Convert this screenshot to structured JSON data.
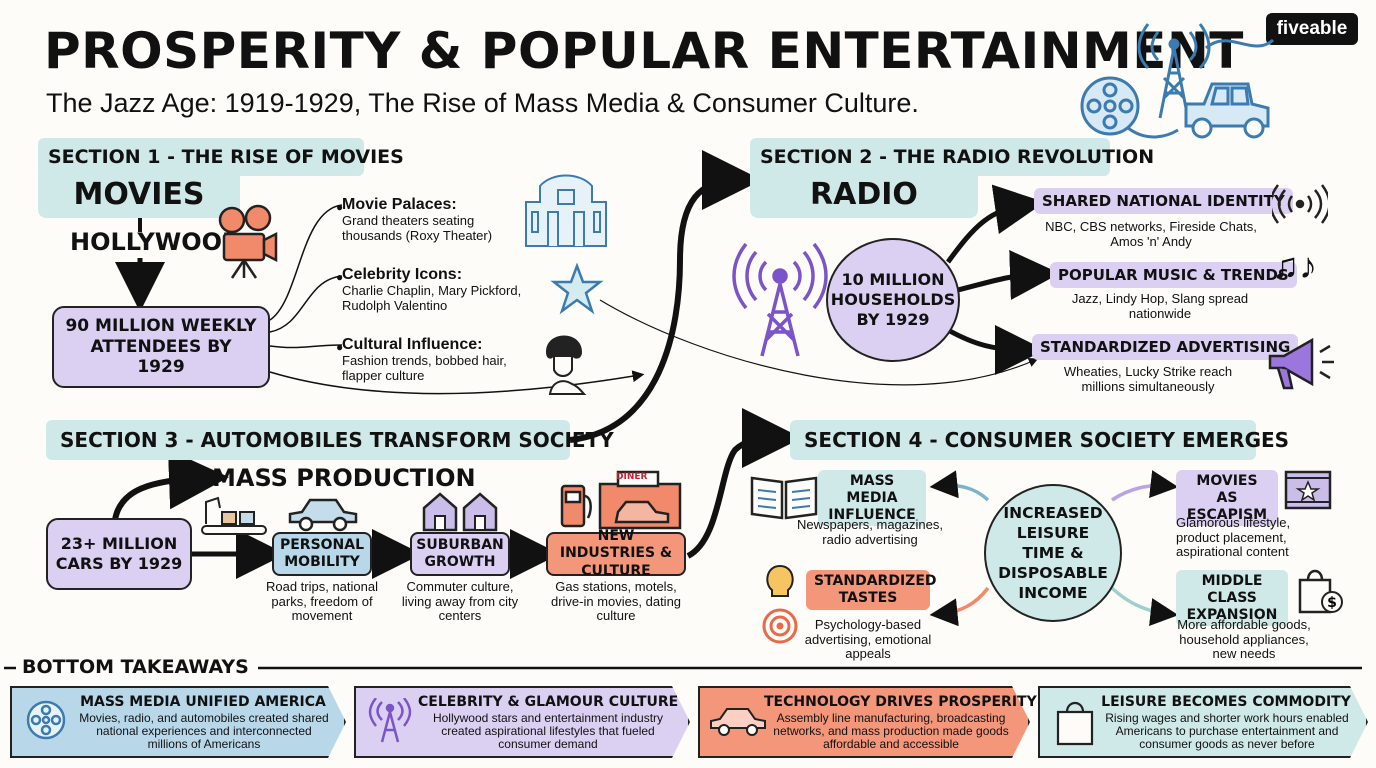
{
  "header": {
    "title": "PROSPERITY & POPULAR ENTERTAINMENT",
    "subtitle": "The Jazz Age: 1919-1929, The Rise of Mass Media & Consumer Culture.",
    "brand": "fiveable"
  },
  "section1": {
    "header": "SECTION 1 - THE RISE OF MOVIES",
    "movies": "MOVIES",
    "hollywood": "HOLLYWOOD",
    "stat": "90 MILLION WEEKLY ATTENDEES BY 1929",
    "items": [
      {
        "title": "Movie Palaces:",
        "desc": "Grand theaters seating thousands (Roxy Theater)"
      },
      {
        "title": "Celebrity Icons:",
        "desc": "Charlie Chaplin, Mary Pickford, Rudolph Valentino"
      },
      {
        "title": "Cultural Influence:",
        "desc": "Fashion trends, bobbed hair, flapper culture"
      }
    ]
  },
  "section2": {
    "header": "SECTION 2 - THE RADIO REVOLUTION",
    "radio": "RADIO",
    "stat": "10 MILLION HOUSEHOLDS BY 1929",
    "items": [
      {
        "title": "SHARED NATIONAL IDENTITY",
        "desc": "NBC, CBS networks, Fireside Chats, Amos 'n' Andy"
      },
      {
        "title": "POPULAR MUSIC & TRENDS",
        "desc": "Jazz, Lindy Hop, Slang spread nationwide"
      },
      {
        "title": "STANDARDIZED ADVERTISING",
        "desc": "Wheaties, Lucky Strike reach millions simultaneously"
      }
    ]
  },
  "section3": {
    "header": "SECTION 3 - AUTOMOBILES TRANSFORM SOCIETY",
    "mass_production": "MASS PRODUCTION",
    "stat": "23+ MILLION CARS BY 1929",
    "diner_sign": "DINER",
    "steps": [
      {
        "title": "PERSONAL MOBILITY",
        "desc": "Road trips, national parks, freedom of movement"
      },
      {
        "title": "SUBURBAN GROWTH",
        "desc": "Commuter culture, living away from city centers"
      },
      {
        "title": "NEW INDUSTRIES & CULTURE",
        "desc": "Gas stations, motels, drive-in movies, dating culture"
      }
    ]
  },
  "section4": {
    "header": "SECTION 4 - CONSUMER SOCIETY EMERGES",
    "center": "INCREASED LEISURE TIME & DISPOSABLE INCOME",
    "items": [
      {
        "title": "MASS MEDIA INFLUENCE",
        "desc": "Newspapers, magazines, radio advertising"
      },
      {
        "title": "STANDARDIZED TASTES",
        "desc": "Psychology-based advertising, emotional appeals"
      },
      {
        "title": "MOVIES AS ESCAPISM",
        "desc": "Glamorous lifestyle, product placement, aspirational content"
      },
      {
        "title": "MIDDLE CLASS EXPANSION",
        "desc": "More affordable goods, household appliances, new needs"
      }
    ]
  },
  "takeaways": {
    "header": "BOTTOM TAKEAWAYS",
    "items": [
      {
        "title": "MASS MEDIA UNIFIED AMERICA",
        "desc": "Movies, radio, and automobiles created shared national experiences and interconnected millions of Americans",
        "color": "#b8d8ea"
      },
      {
        "title": "CELEBRITY & GLAMOUR CULTURE",
        "desc": "Hollywood stars and entertainment industry created aspirational lifestyles that fueled consumer demand",
        "color": "#dcd0f2"
      },
      {
        "title": "TECHNOLOGY DRIVES PROSPERITY",
        "desc": "Assembly line manufacturing, broadcasting networks, and mass production made goods affordable and accessible",
        "color": "#f4967a"
      },
      {
        "title": "LEISURE BECOMES COMMODITY",
        "desc": "Rising wages and shorter work hours enabled Americans to purchase entertainment and consumer goods as never before",
        "color": "#cfe9e8"
      }
    ]
  },
  "icons": [
    "film-reel-icon",
    "radio-tower-icon",
    "car-icon",
    "movie-camera-icon",
    "theater-icon",
    "star-icon",
    "flapper-icon",
    "broadcast-icon",
    "music-notes-icon",
    "megaphone-icon",
    "factory-icon",
    "houses-icon",
    "gas-pump-icon",
    "diner-icon",
    "newspaper-icon",
    "lightbulb-icon",
    "target-icon",
    "film-strip-icon",
    "shopping-bag-icon"
  ],
  "colors": {
    "purple": "#dcd0f2",
    "teal": "#cfe9e8",
    "blue": "#b8d8ea",
    "orange": "#f4967a",
    "icon_blue": "#3b7bb0",
    "icon_purple": "#7a54c8",
    "icon_orange": "#e86a4a"
  }
}
